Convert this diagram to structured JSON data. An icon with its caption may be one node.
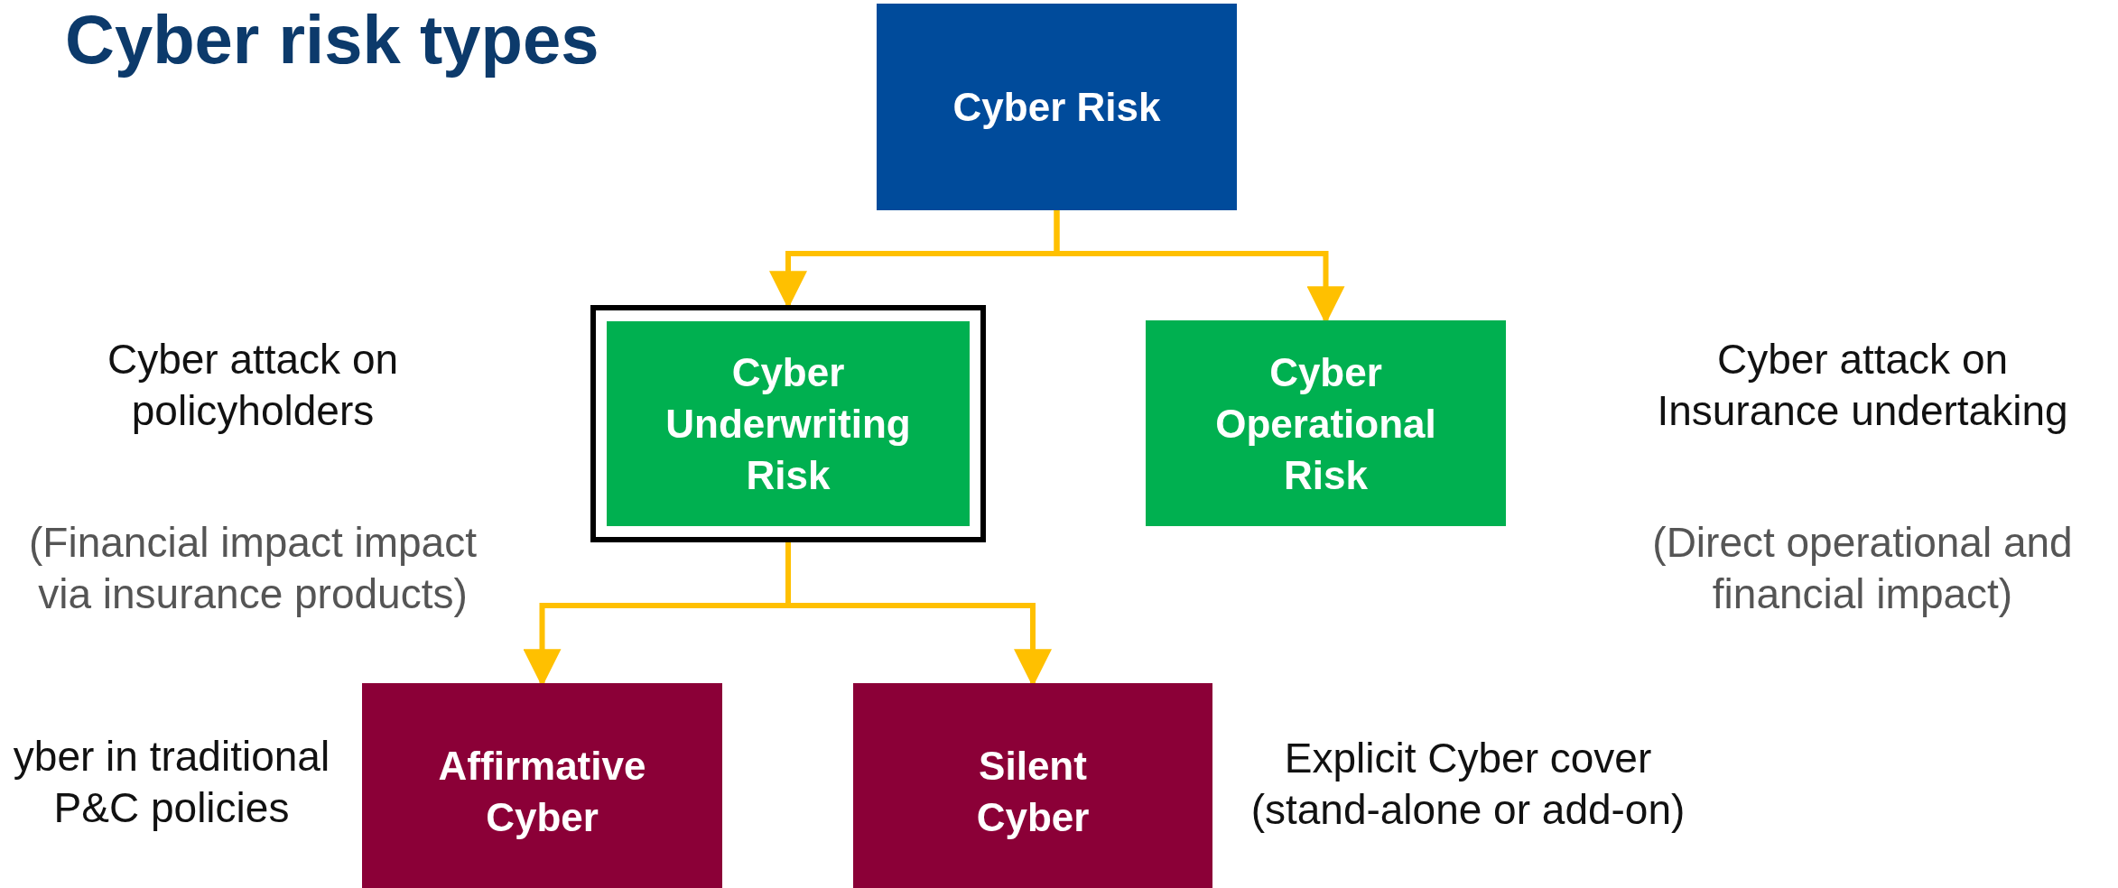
{
  "diagram": {
    "title": "Cyber risk types",
    "nodes": [
      {
        "text": [
          "Cyber Risk"
        ]
      },
      {
        "text": [
          "Cyber Underwriting Risk"
        ],
        "beside": [
          "Cyber attack on policyholders",
          "(Financial impact impact via insurance products)"
        ]
      },
      {
        "text": [
          "Cyber Operational Risk"
        ],
        "beside": [
          "Cyber attack on Insurance undertaking",
          "(Direct operational and financial impact)"
        ]
      },
      {
        "text": [
          "Affirmative Cyber"
        ],
        "beside": [
          "yber in traditional P&C policies"
        ]
      },
      {
        "text": [
          "Silent Cyber"
        ],
        "beside": [
          "Explicit Cyber cover (stand-alone or add-on)"
        ]
      }
    ],
    "edges": [
      {
        "from": 0,
        "to": 1,
        "arrow": "to"
      },
      {
        "from": 0,
        "to": 2,
        "arrow": "to"
      },
      {
        "from": 1,
        "to": 3,
        "arrow": "to"
      },
      {
        "from": 1,
        "to": 4,
        "arrow": "to"
      }
    ]
  }
}
